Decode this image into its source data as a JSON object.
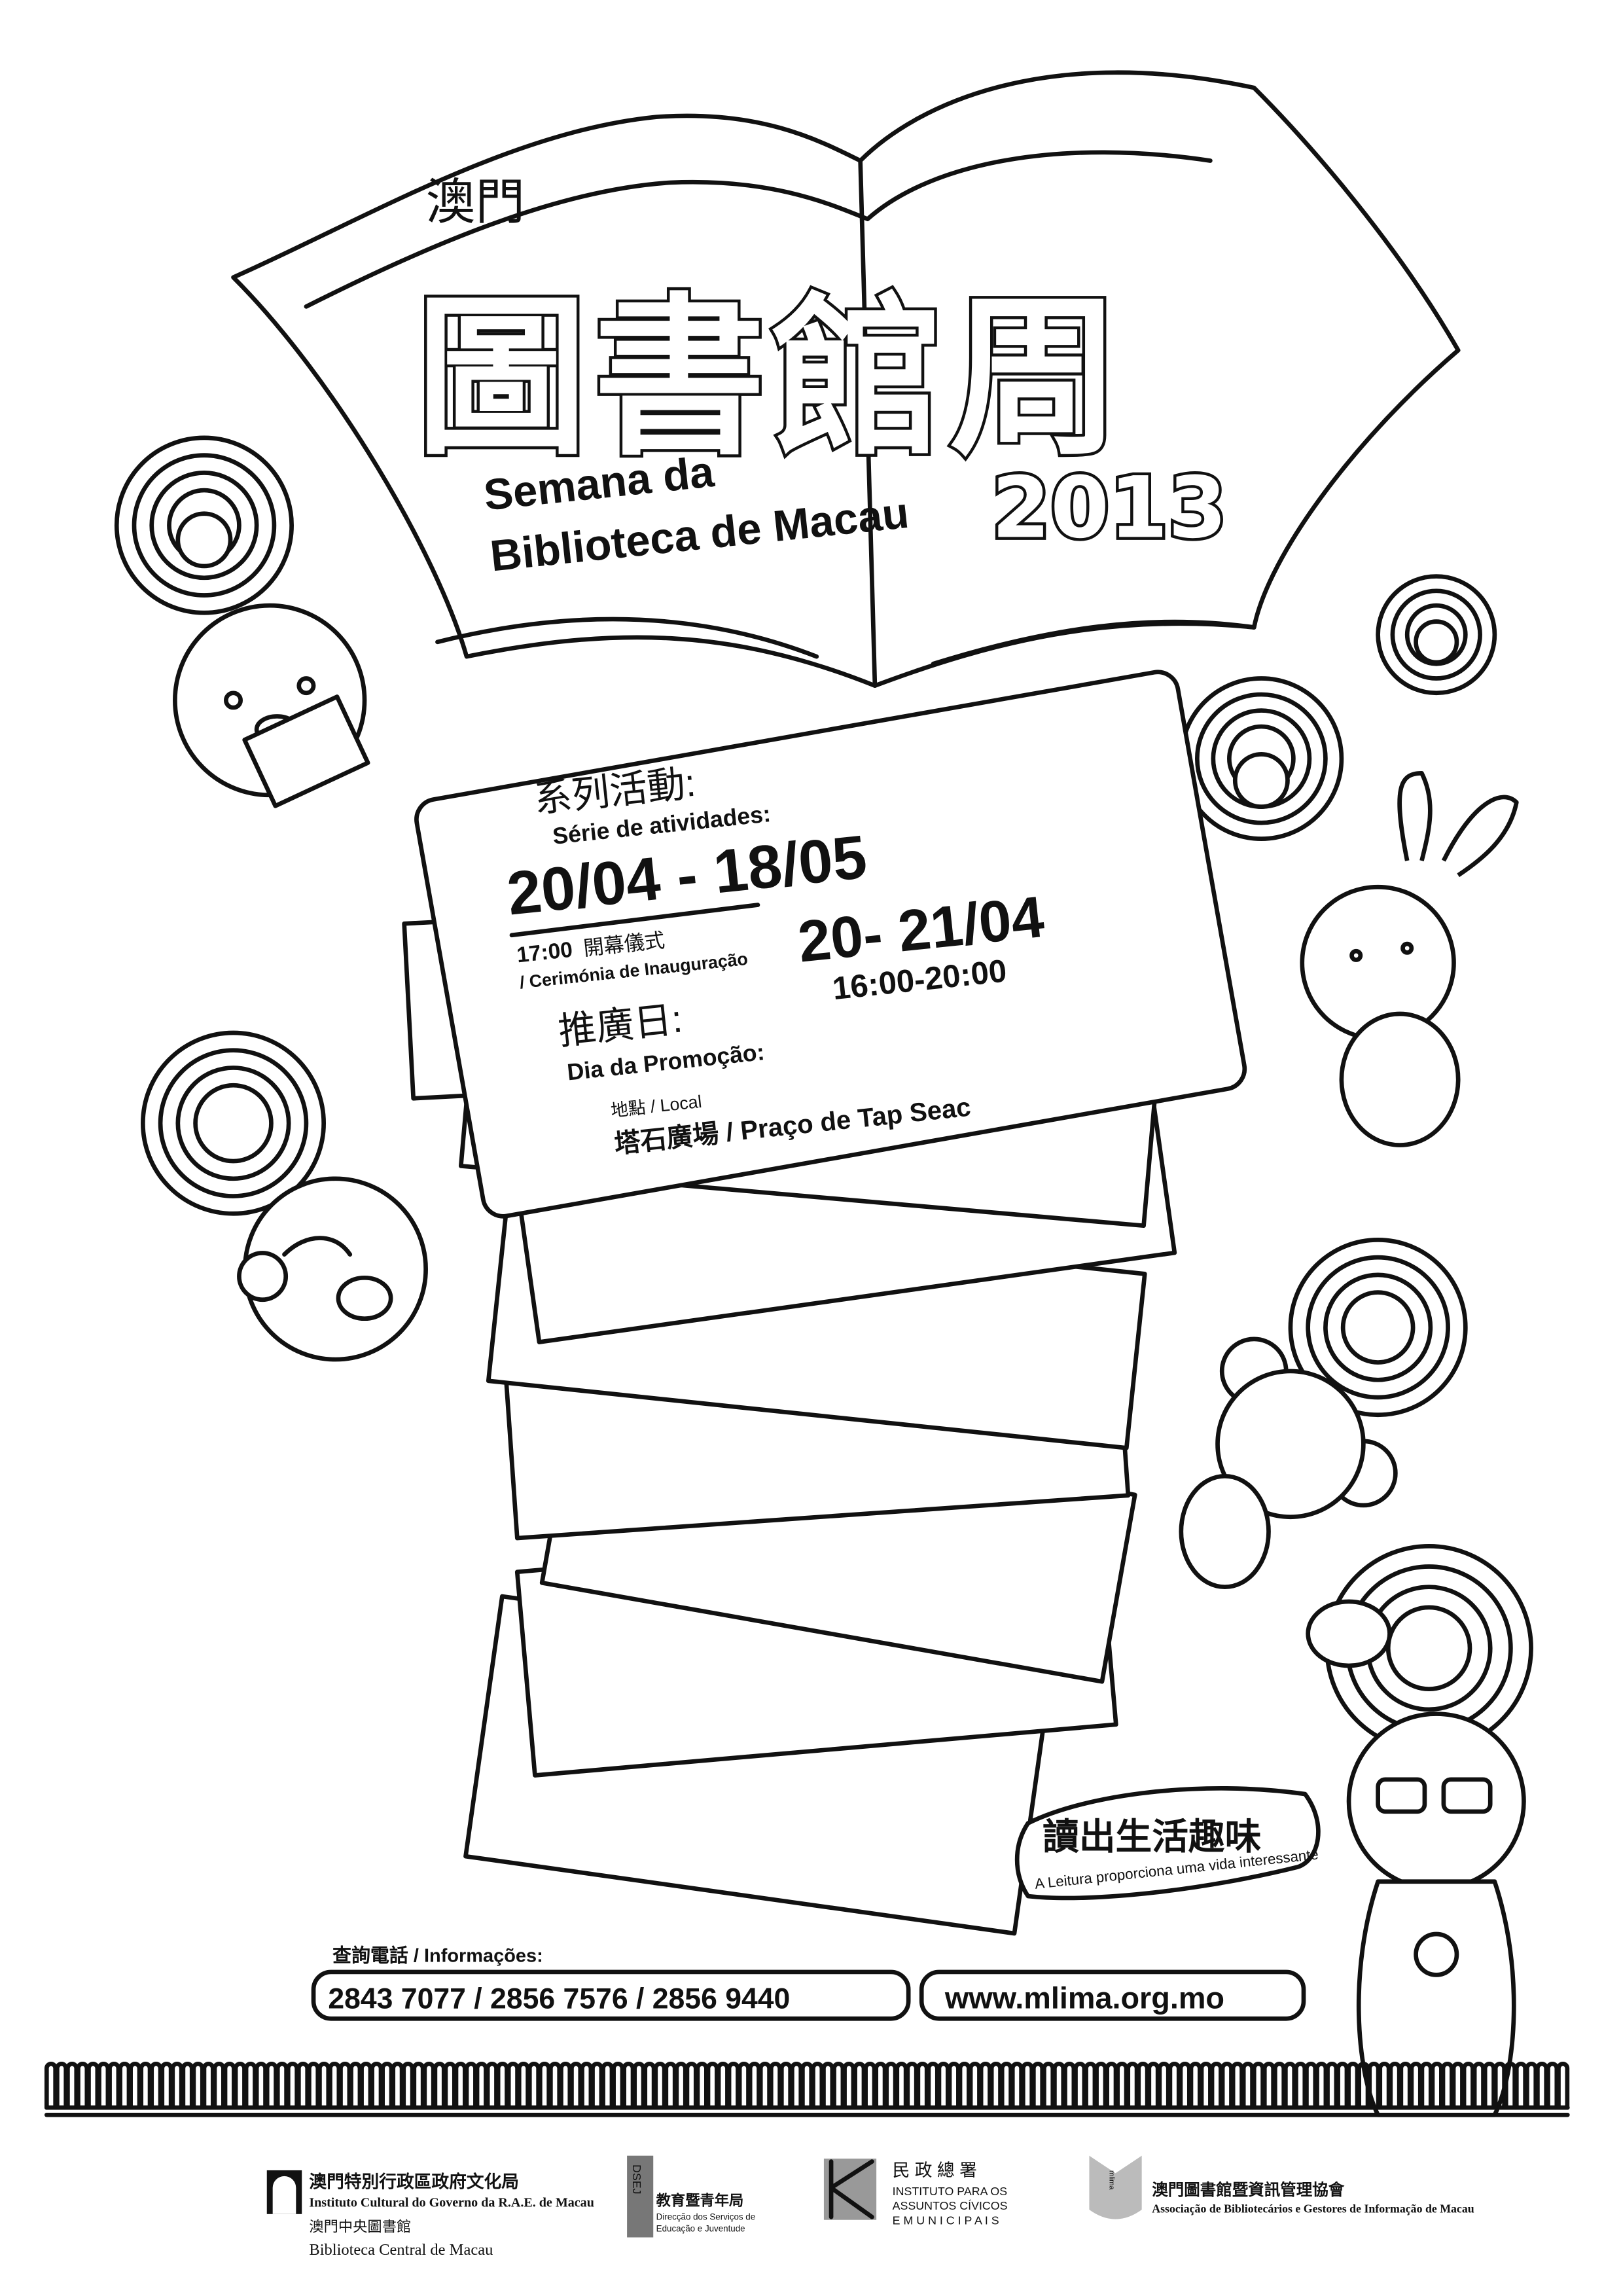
{
  "header": {
    "macau_label": "澳門",
    "title_cn": "圖書館周",
    "year": "2013",
    "title_pt_line1": "Semana da",
    "title_pt_line2": "Biblioteca de Macau"
  },
  "card": {
    "series_cn": "系列活動:",
    "series_pt": "Série de atividades:",
    "series_dates": "20/04 - 18/05",
    "opening_time": "17:00",
    "opening_cn": "開幕儀式",
    "opening_pt": "/ Cerimónia de Inauguração",
    "promo_cn": "推廣日:",
    "promo_pt": "Dia da Promoção:",
    "promo_dates": "20- 21/04",
    "promo_hours": "16:00-20:00",
    "venue_label": "地點 / Local",
    "venue": "塔石廣場 / Praço de Tap Seac"
  },
  "slogan": {
    "cn": "讀出生活趣味",
    "pt": "A Leitura proporciona uma vida interessante"
  },
  "contact": {
    "label": "查詢電話 / Informações:",
    "phones": "2843 7077 / 2856 7576 / 2856 9440",
    "website": "www.mlima.org.mo"
  },
  "organizers": [
    {
      "cn": "澳門特別行政區政府文化局",
      "pt": "Instituto Cultural do Governo da R.A.E. de Macau",
      "sub_cn": "澳門中央圖書館",
      "sub_pt": "Biblioteca Central de Macau"
    },
    {
      "cn": "教育暨青年局",
      "pt1": "Direcção dos Serviços de",
      "pt2": "Educação e Juventude",
      "logo_text": "DSEJ"
    },
    {
      "cn": "民 政 總 署",
      "pt1": "INSTITUTO PARA OS",
      "pt2": "ASSUNTOS CÍVICOS",
      "pt3": "E  M U N I C I P A I S"
    },
    {
      "cn": "澳門圖書館暨資訊管理協會",
      "pt": "Associação de Bibliotecários e Gestores de Informação de Macau",
      "logo_text": "mlima"
    }
  ]
}
